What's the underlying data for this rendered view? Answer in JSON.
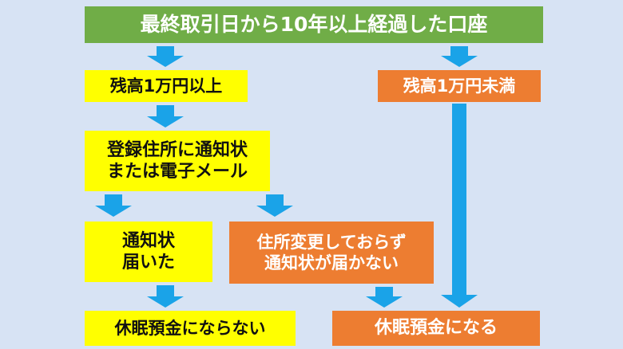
{
  "diagram": {
    "colors": {
      "background": "#d7e3f4",
      "top_box": "#70ad47",
      "yellow_box": "#ffff00",
      "orange_box": "#ed7d31",
      "arrow": "#1aa3e8"
    },
    "top": {
      "text": "最終取引日から10年以上経過した口座"
    },
    "left": {
      "over_10k": "残高1万円以上",
      "notice": "登録住所に通知状\nまたは電子メール",
      "received": "通知状\n届いた",
      "not_dormant": "休眠預金にならない"
    },
    "middle": {
      "not_received": "住所変更しておらず\n通知状が届かない"
    },
    "right": {
      "under_10k": "残高1万円未満",
      "dormant": "休眠預金になる"
    }
  }
}
